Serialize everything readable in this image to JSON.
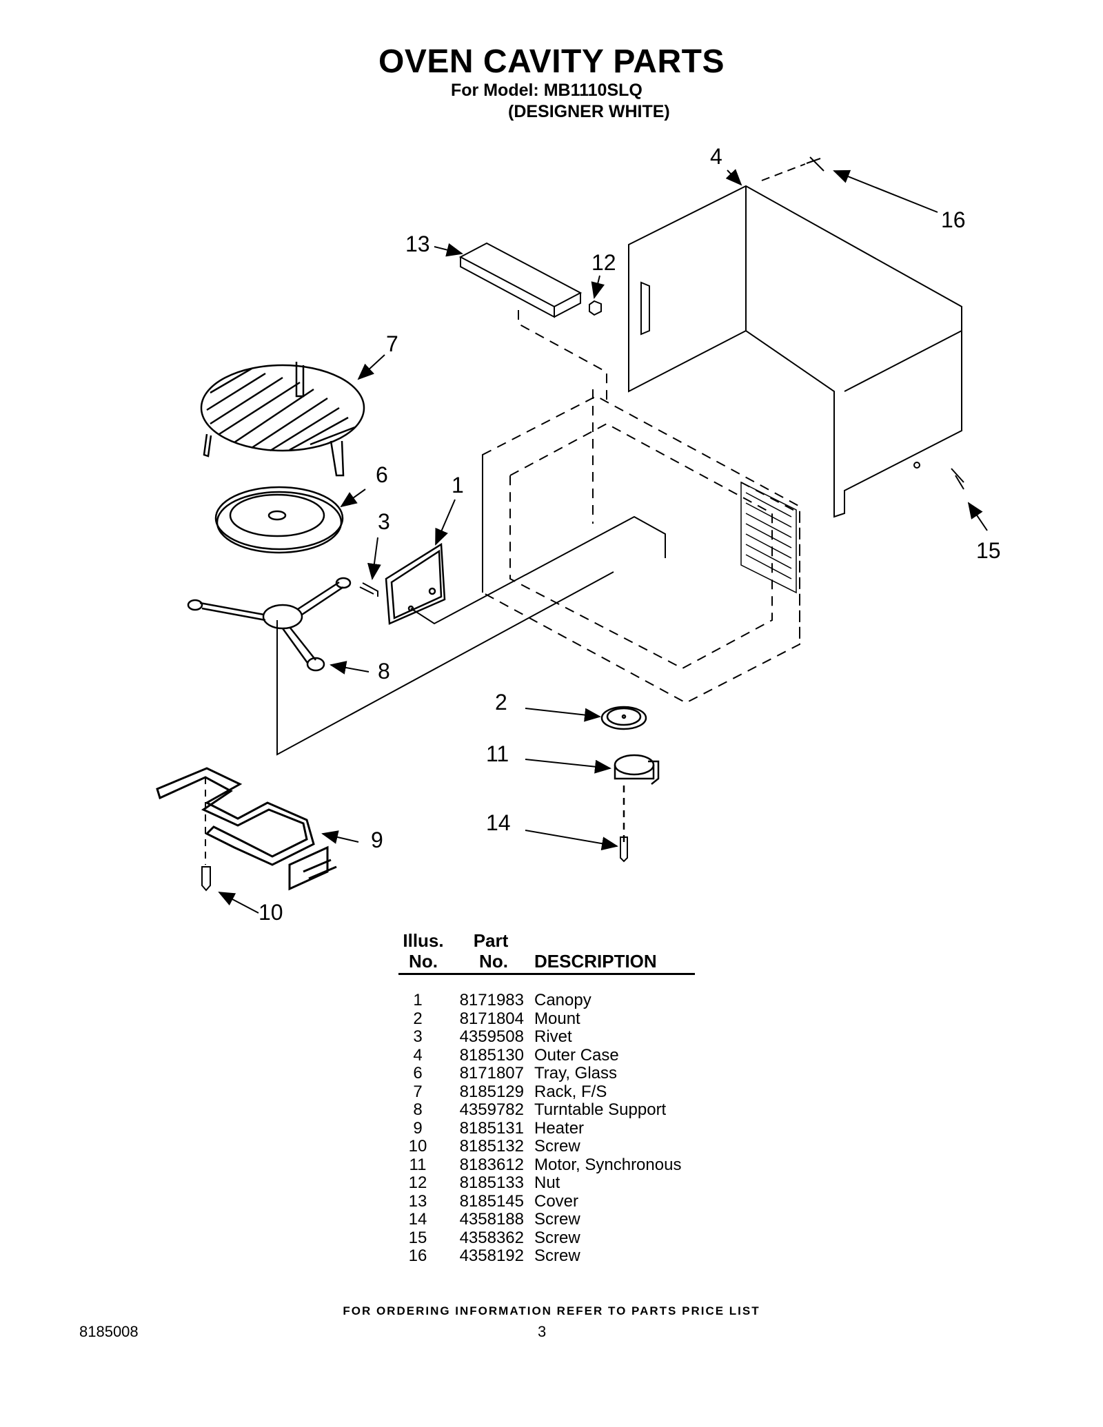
{
  "header": {
    "title": "OVEN CAVITY PARTS",
    "model_line": "For Model: MB1110SLQ",
    "variant_line": "(DESIGNER WHITE)"
  },
  "diagram": {
    "callouts": [
      "1",
      "2",
      "3",
      "4",
      "6",
      "7",
      "8",
      "9",
      "10",
      "11",
      "12",
      "13",
      "14",
      "15",
      "16"
    ]
  },
  "table": {
    "headers": {
      "illus_top": "Illus.",
      "illus_bottom": "No.",
      "part_top": "Part",
      "part_bottom": "No.",
      "description": "DESCRIPTION"
    },
    "rows": [
      {
        "illus": "1",
        "part": "8171983",
        "desc": "Canopy"
      },
      {
        "illus": "2",
        "part": "8171804",
        "desc": "Mount"
      },
      {
        "illus": "3",
        "part": "4359508",
        "desc": "Rivet"
      },
      {
        "illus": "4",
        "part": "8185130",
        "desc": "Outer Case"
      },
      {
        "illus": "6",
        "part": "8171807",
        "desc": "Tray, Glass"
      },
      {
        "illus": "7",
        "part": "8185129",
        "desc": "Rack, F/S"
      },
      {
        "illus": "8",
        "part": "4359782",
        "desc": "Turntable Support"
      },
      {
        "illus": "9",
        "part": "8185131",
        "desc": "Heater"
      },
      {
        "illus": "10",
        "part": "8185132",
        "desc": "Screw"
      },
      {
        "illus": "11",
        "part": "8183612",
        "desc": "Motor, Synchronous"
      },
      {
        "illus": "12",
        "part": "8185133",
        "desc": "Nut"
      },
      {
        "illus": "13",
        "part": "8185145",
        "desc": "Cover"
      },
      {
        "illus": "14",
        "part": "4358188",
        "desc": "Screw"
      },
      {
        "illus": "15",
        "part": "4358362",
        "desc": "Screw"
      },
      {
        "illus": "16",
        "part": "4358192",
        "desc": "Screw"
      }
    ]
  },
  "footer": {
    "note": "FOR ORDERING INFORMATION REFER TO PARTS PRICE LIST",
    "doc_number": "8185008",
    "page_number": "3"
  }
}
